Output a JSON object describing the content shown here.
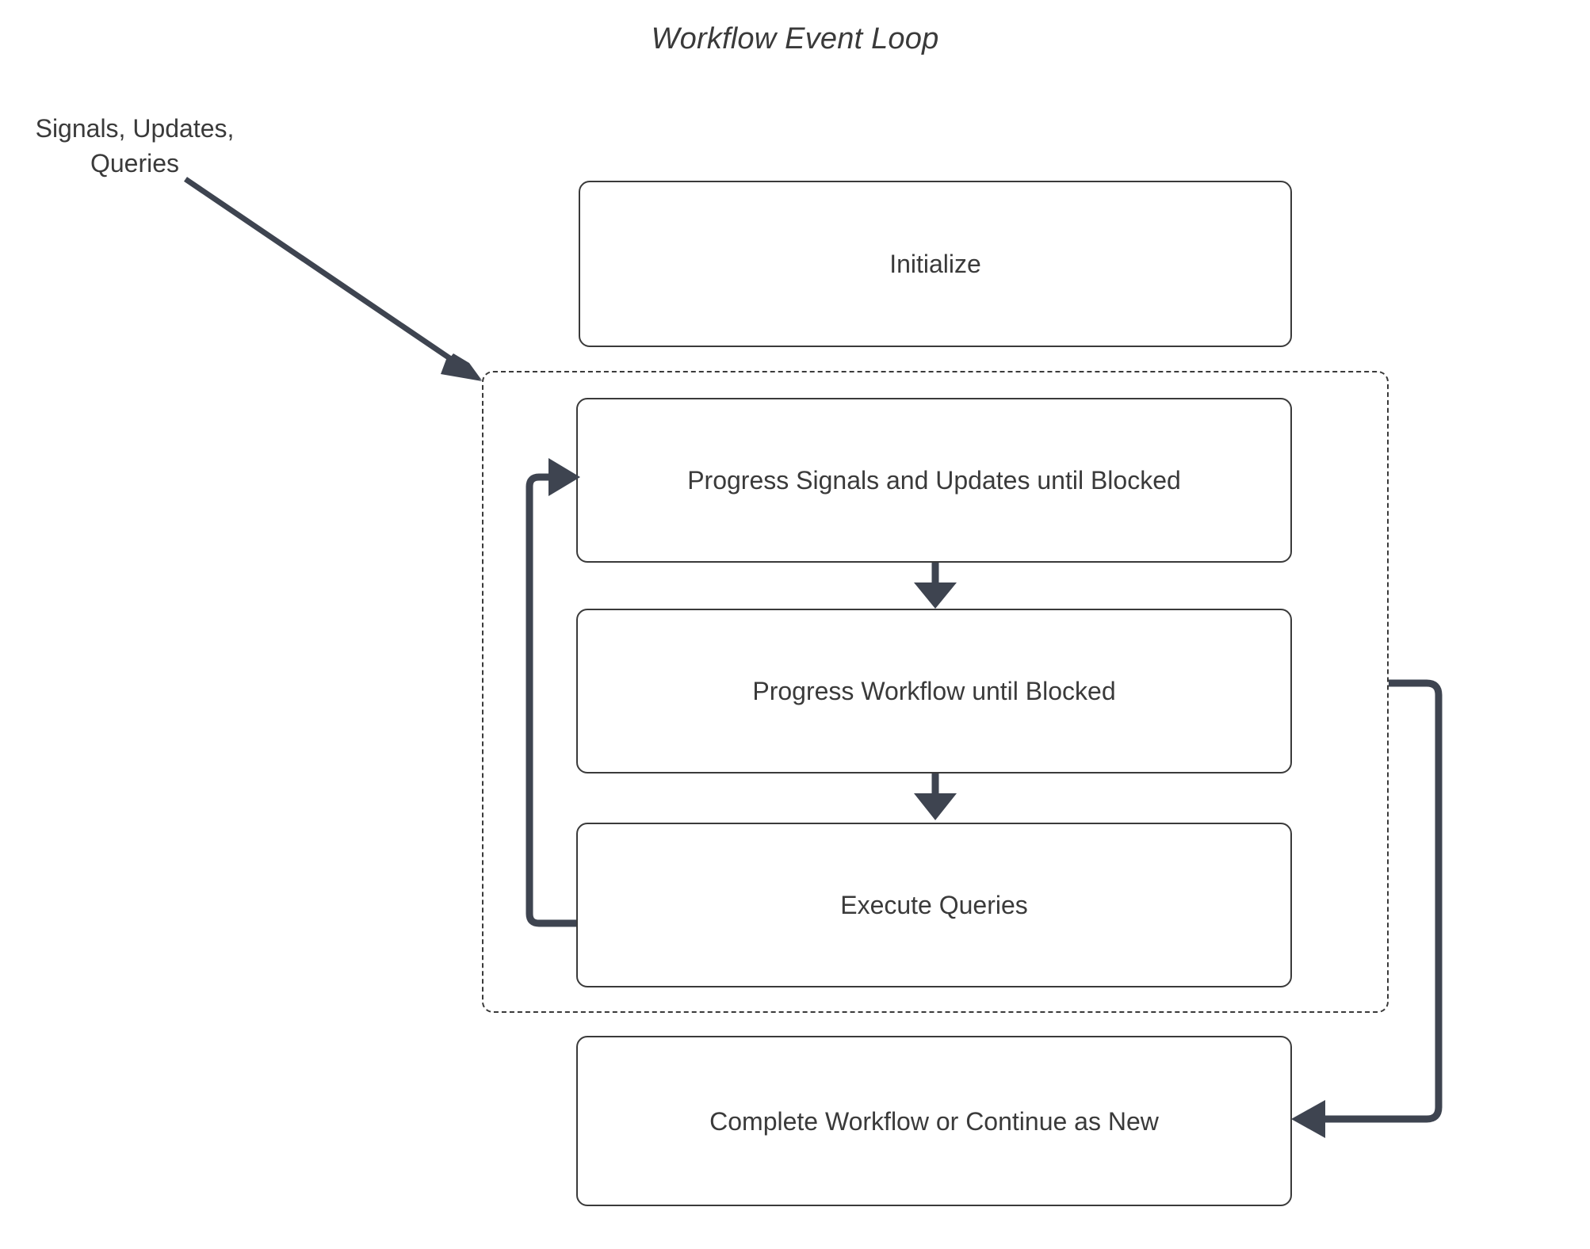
{
  "diagram": {
    "title": "Workflow Event Loop",
    "type": "flowchart",
    "background_color": "#ffffff",
    "stroke_color": "#3a3a3a",
    "edge_color": "#3e4450",
    "text_color": "#3a3a3a"
  },
  "input_label": {
    "line1": "Signals, Updates,",
    "line2": "Queries"
  },
  "nodes": [
    {
      "id": "initialize",
      "label": "Initialize",
      "shape": "rounded-rect",
      "inside_loop": false
    },
    {
      "id": "progress_su",
      "label": "Progress Signals and Updates until Blocked",
      "shape": "rounded-rect",
      "inside_loop": true
    },
    {
      "id": "progress_wf",
      "label": "Progress Workflow until Blocked",
      "shape": "rounded-rect",
      "inside_loop": true
    },
    {
      "id": "exec_queries",
      "label": "Execute Queries",
      "shape": "rounded-rect",
      "inside_loop": true
    },
    {
      "id": "complete",
      "label": "Complete Workflow or Continue as New",
      "shape": "rounded-rect",
      "inside_loop": false
    }
  ],
  "group": {
    "id": "event_loop_group",
    "label": "",
    "border_style": "dashed"
  },
  "edges": [
    {
      "id": "e_input",
      "from": "input_label",
      "to": "event_loop_group",
      "style": "solid",
      "arrow": "end",
      "label": ""
    },
    {
      "id": "e_su_wf",
      "from": "progress_su",
      "to": "progress_wf",
      "style": "solid",
      "arrow": "end",
      "label": ""
    },
    {
      "id": "e_wf_eq",
      "from": "progress_wf",
      "to": "exec_queries",
      "style": "solid",
      "arrow": "end",
      "label": ""
    },
    {
      "id": "e_loopback",
      "from": "exec_queries",
      "to": "progress_su",
      "style": "solid",
      "arrow": "end",
      "label": ""
    },
    {
      "id": "e_exit",
      "from": "event_loop_group",
      "to": "complete",
      "style": "solid",
      "arrow": "end",
      "label": ""
    }
  ]
}
